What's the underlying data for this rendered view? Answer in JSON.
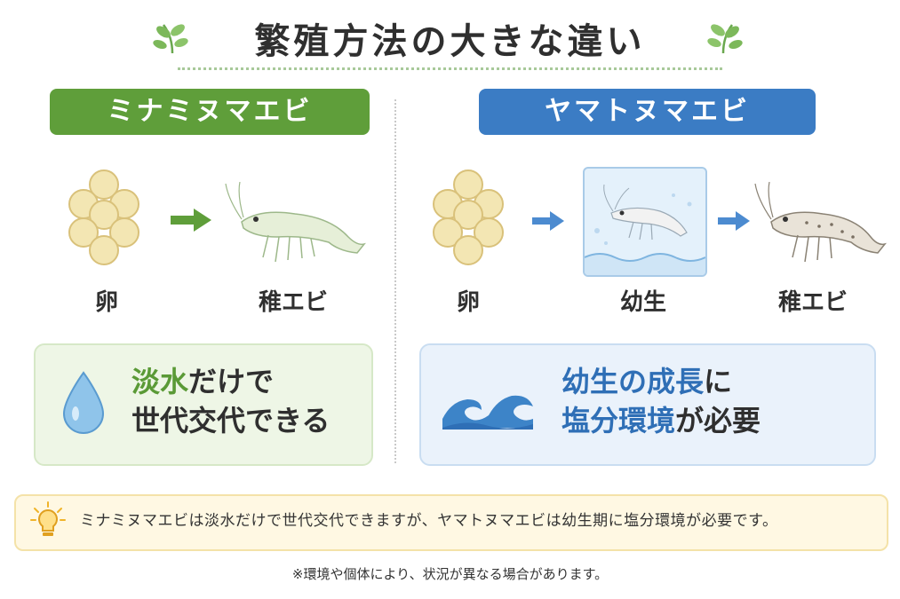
{
  "title": "繁殖方法の大きな違い",
  "left": {
    "header": "ミナミヌマエビ",
    "stage_labels": [
      "卵",
      "稚エビ"
    ],
    "card": {
      "highlight": "淡水",
      "line1_rest": "だけで",
      "line2": "世代交代できる"
    }
  },
  "right": {
    "header": "ヤマトヌマエビ",
    "stage_labels": [
      "卵",
      "幼生",
      "稚エビ"
    ],
    "card": {
      "line1_highlight": "幼生の成長",
      "line1_rest": "に",
      "line2_highlight": "塩分環境",
      "line2_rest": "が必要"
    }
  },
  "note": "ミナミヌマエビは淡水だけで世代交代できますが、ヤマトヌマエビは幼生期に塩分環境が必要です。",
  "footnote": "※環境や個体により、状況が異なる場合があります。",
  "colors": {
    "green": "#5f9e3a",
    "blue": "#3b7cc4",
    "egg": "#f3e6b3",
    "note_bg": "#fff8e3"
  },
  "icons": [
    "leaf-icon",
    "arrow-right-icon",
    "water-drop-icon",
    "wave-icon",
    "lightbulb-icon",
    "shrimp-icon",
    "egg-cluster-icon"
  ]
}
